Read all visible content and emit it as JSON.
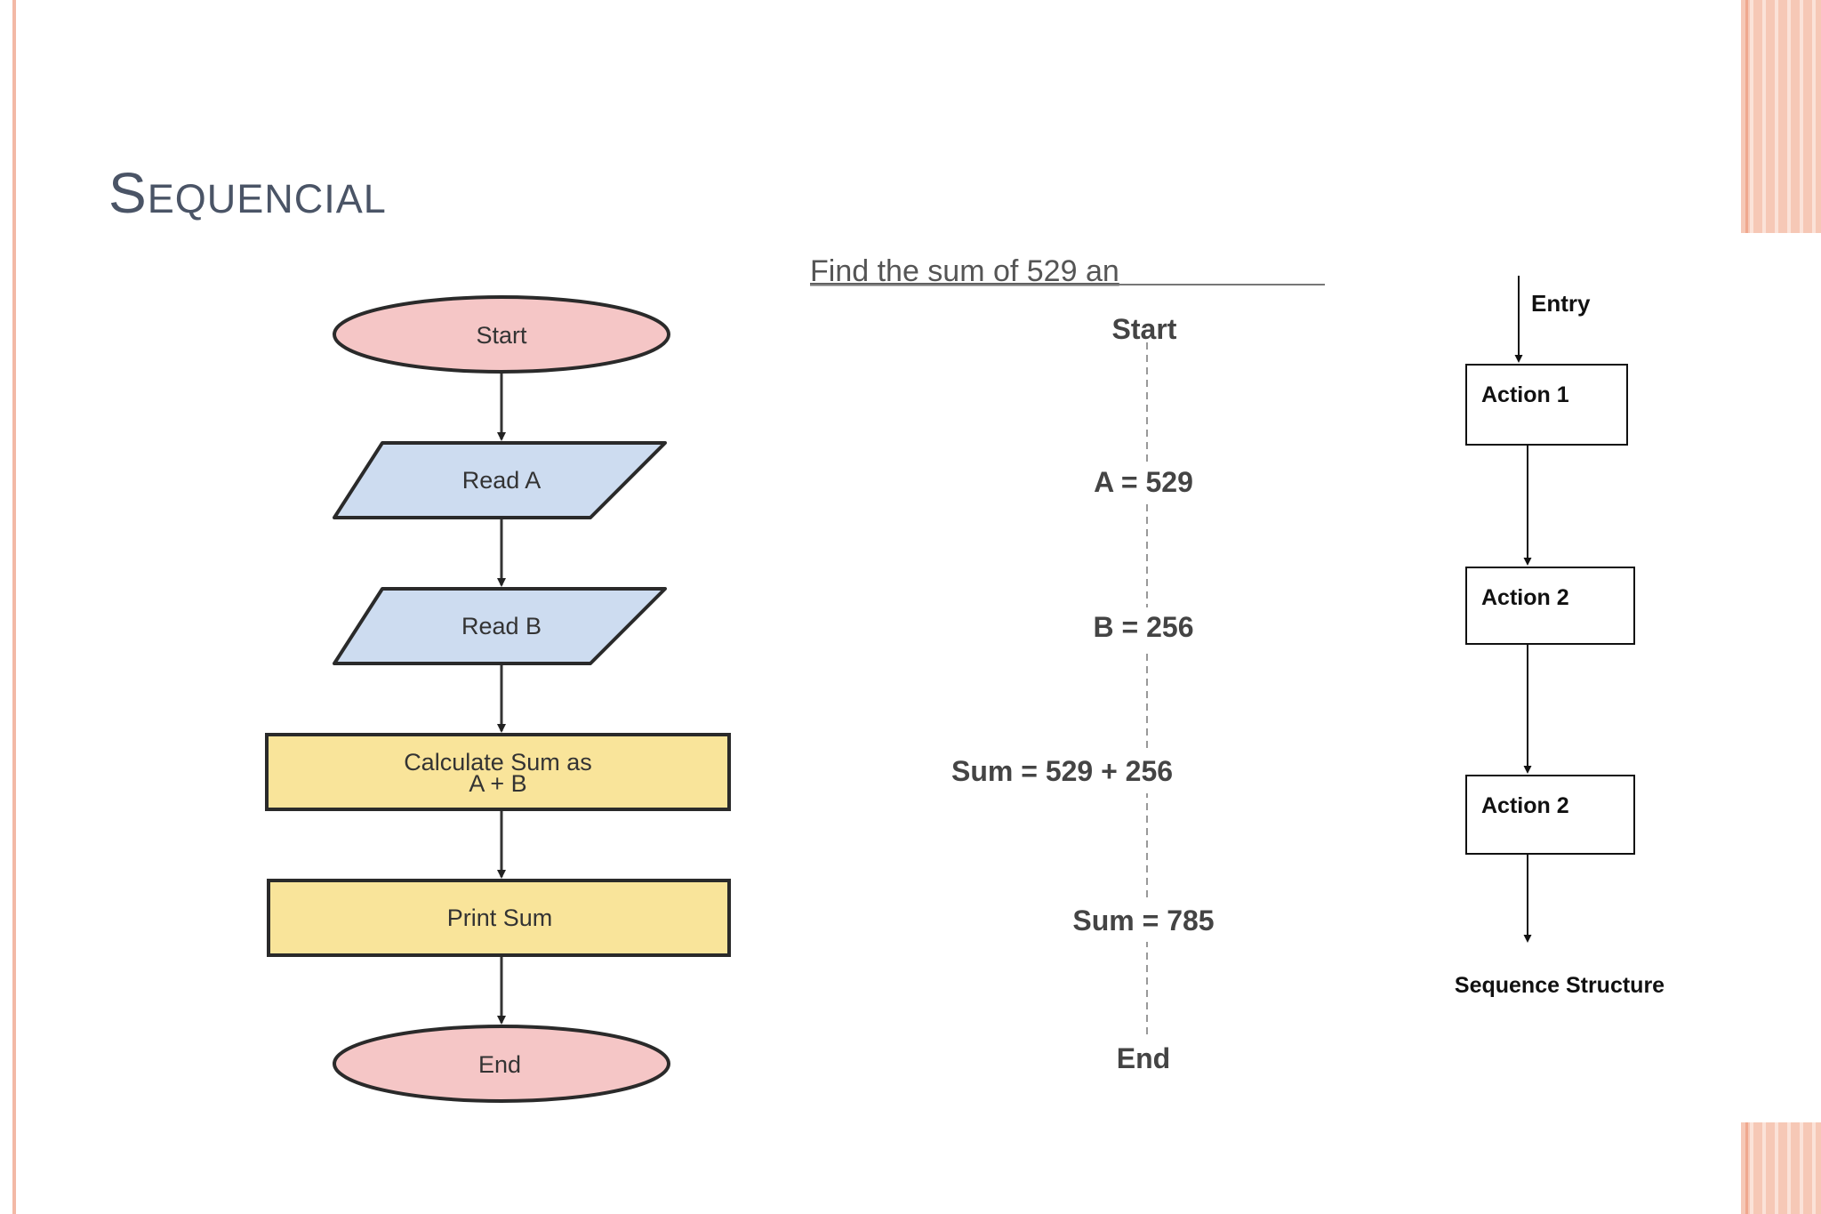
{
  "slide": {
    "title": "Sequencial"
  },
  "flowchart": {
    "start": "Start",
    "read_a": "Read A",
    "read_b": "Read B",
    "calc_line1": "Calculate Sum as",
    "calc_line2": "A + B",
    "print": "Print Sum",
    "end": "End",
    "colors": {
      "terminal": "#f5c6c6",
      "io": "#cddcf0",
      "process": "#f9e49a",
      "stroke": "#2a2a2a"
    }
  },
  "trace": {
    "heading": "Find the sum of 529 an",
    "start": "Start",
    "step1": "A = 529",
    "step2": "B = 256",
    "step3": "Sum = 529 + 256",
    "step4": "Sum = 785",
    "end": "End"
  },
  "sequence": {
    "entry": "Entry",
    "action1": "Action 1",
    "action2": "Action 2",
    "action3": "Action 2",
    "caption": "Sequence Structure"
  }
}
